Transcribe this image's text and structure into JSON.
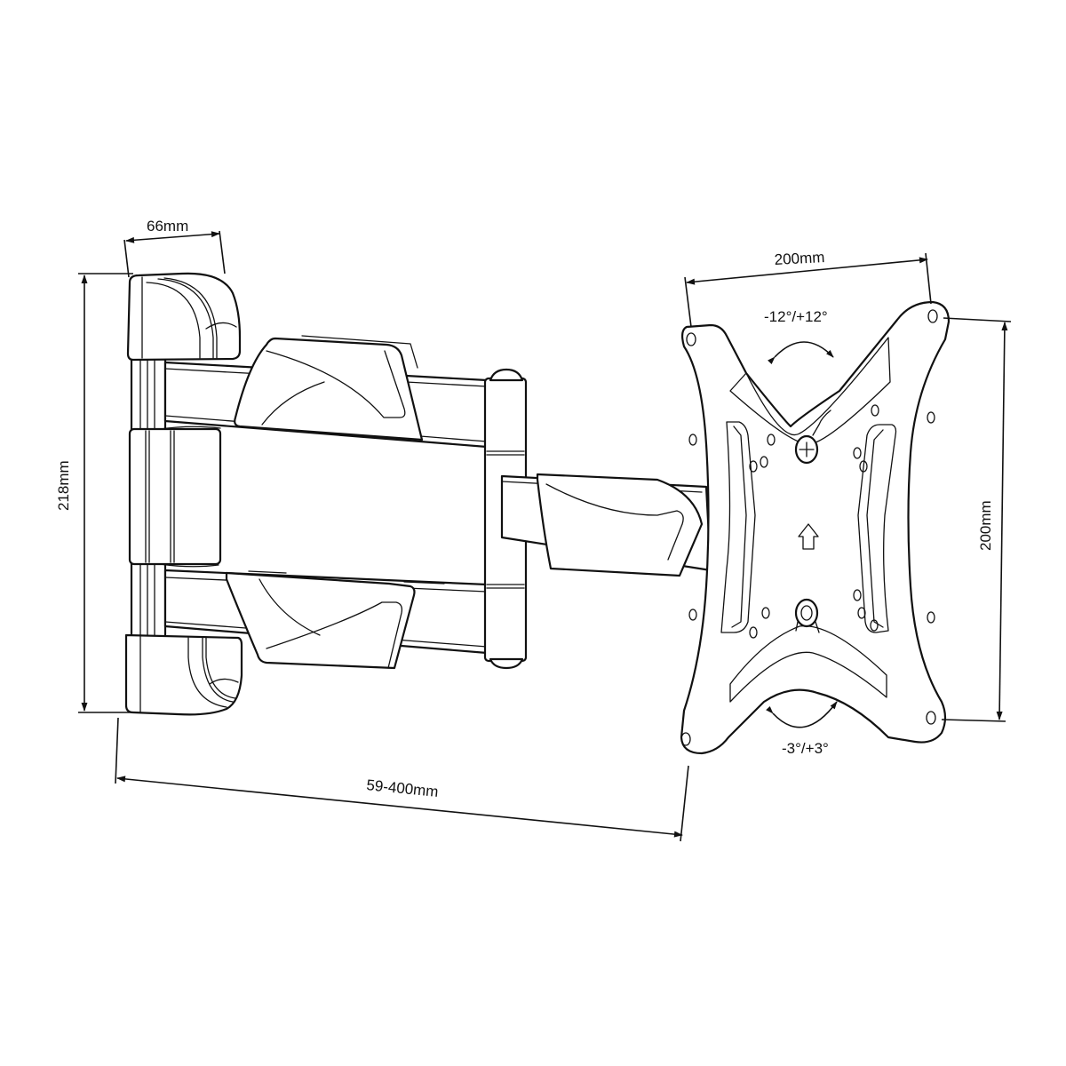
{
  "diagram": {
    "subject": "Full-motion TV wall mount bracket",
    "line_color": "#111111",
    "background": "#ffffff"
  },
  "dimensions": {
    "wall_plate_width": "66mm",
    "wall_plate_height": "218mm",
    "extension_range": "59-400mm",
    "vesa_width": "200mm",
    "vesa_height": "200mm"
  },
  "rotations": {
    "tilt": "-12°/+12°",
    "swivel": "-3°/+3°"
  },
  "markers": {
    "up_arrow": "up-direction-indicator"
  }
}
